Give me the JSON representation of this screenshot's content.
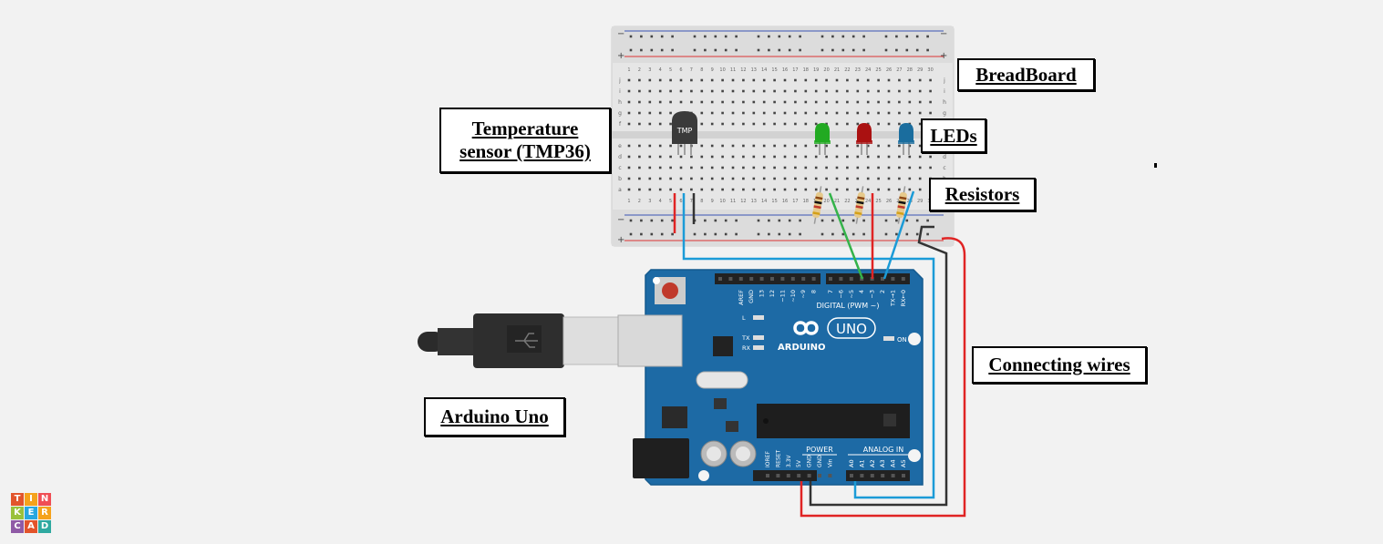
{
  "labels": {
    "breadboard": "BreadBoard",
    "temperature_line1": "Temperature",
    "temperature_line2": "sensor (TMP36)",
    "leds": "LEDs",
    "resistors": "Resistors",
    "connecting_wires": "Connecting wires",
    "arduino_uno": "Arduino Uno"
  },
  "sensor": {
    "text": "TMP"
  },
  "breadboard": {
    "column_numbers": [
      "1",
      "2",
      "3",
      "4",
      "5",
      "6",
      "7",
      "8",
      "9",
      "10",
      "11",
      "12",
      "13",
      "14",
      "15",
      "16",
      "17",
      "18",
      "19",
      "20",
      "21",
      "22",
      "23",
      "24",
      "25",
      "26",
      "27",
      "28",
      "29",
      "30"
    ],
    "row_letters_top": [
      "j",
      "i",
      "h",
      "g",
      "f"
    ],
    "row_letters_bottom": [
      "e",
      "d",
      "c",
      "b",
      "a"
    ],
    "rail_minus": "−",
    "rail_plus": "+"
  },
  "arduino": {
    "brand": "ARDUINO",
    "model": "UNO",
    "digital_label": "DIGITAL (PWM ~)",
    "top_pins": [
      "AREF",
      "GND",
      "13",
      "12",
      "~11",
      "~10",
      "~9",
      "8",
      "7",
      "~6",
      "~5",
      "4",
      "~3",
      "2",
      "TX→1",
      "RX←0"
    ],
    "power_label": "POWER",
    "analog_label": "ANALOG IN",
    "power_pins": [
      "IOREF",
      "RESET",
      "3.3V",
      "5V",
      "GND",
      "GND",
      "Vin"
    ],
    "analog_pins": [
      "A0",
      "A1",
      "A2",
      "A3",
      "A4",
      "A5"
    ],
    "led_labels": [
      "L",
      "TX",
      "RX"
    ],
    "on_label": "ON"
  },
  "led_colors": {
    "green": "#22aa22",
    "red": "#aa1111",
    "blue": "#1a6d9e"
  },
  "wire_colors": {
    "red": "#e02424",
    "black": "#333333",
    "blue": "#1b9bd7",
    "green": "#34b34a"
  },
  "board_color": "#1d6aa5",
  "logo": {
    "letters": [
      "T",
      "I",
      "N",
      "K",
      "E",
      "R",
      "C",
      "A",
      "D"
    ],
    "colors": [
      "#e2542b",
      "#f5a21b",
      "#f04e55",
      "#9ac13b",
      "#28a7df",
      "#f5a21b",
      "#8f5aa6",
      "#e2542b",
      "#2fa9a0"
    ]
  }
}
